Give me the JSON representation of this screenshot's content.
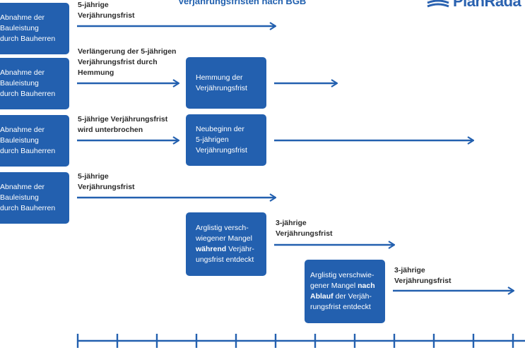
{
  "title": "Verjährungsfristen nach BGB",
  "brand": {
    "name": "PlanRadar",
    "visible_text": "PlanRada",
    "color": "#2a62b0"
  },
  "colors": {
    "box": "#2360af",
    "arrow": "#2360af",
    "label": "#2b2b2b"
  },
  "rows": [
    {
      "start_box": [
        "Abnahme der",
        "Bauleistung",
        "durch Bauherren"
      ],
      "label": [
        "5-jährige",
        "Verjährungsfrist"
      ]
    },
    {
      "start_box": [
        "Abnahme der",
        "Bauleistung",
        "durch Bauherren"
      ],
      "label": [
        "Verlängerung der 5-jährigen",
        "Verjährungsfrist durch",
        "Hemmung"
      ],
      "event_box": [
        "Hemmung der",
        "Verjährungsfrist"
      ]
    },
    {
      "start_box": [
        "Abnahme der",
        "Bauleistung",
        "durch Bauherren"
      ],
      "label": [
        "5-jährige Verjährungsfrist",
        "wird unterbrochen"
      ],
      "event_box": [
        "Neubeginn der",
        "5-jährigen",
        "Verjährungsfrist"
      ]
    },
    {
      "start_box": [
        "Abnahme der",
        "Bauleistung",
        "durch Bauherren"
      ],
      "label": [
        "5-jährige",
        "Verjährungsfrist"
      ]
    }
  ],
  "defects": [
    {
      "box_lines": [
        [
          {
            "t": "Arglistig versch-"
          }
        ],
        [
          {
            "t": "wiegener Mangel"
          }
        ],
        [
          {
            "t": "während",
            "bold": true
          },
          {
            "t": " Verjähr-"
          }
        ],
        [
          {
            "t": "ungsfrist entdeckt"
          }
        ]
      ],
      "label": [
        "3-jährige",
        "Verjährungsfrist"
      ]
    },
    {
      "box_lines": [
        [
          {
            "t": "Arglistig verschwie-"
          }
        ],
        [
          {
            "t": "gener Mangel "
          },
          {
            "t": "nach",
            "bold": true
          }
        ],
        [
          {
            "t": "Ablauf",
            "bold": true
          },
          {
            "t": " der Verjäh-"
          }
        ],
        [
          {
            "t": "rungsfrist entdeckt"
          }
        ]
      ],
      "label": [
        "3-jährige",
        "Verjährungsfrist"
      ]
    }
  ],
  "timeline": {
    "tick_count": 12
  }
}
